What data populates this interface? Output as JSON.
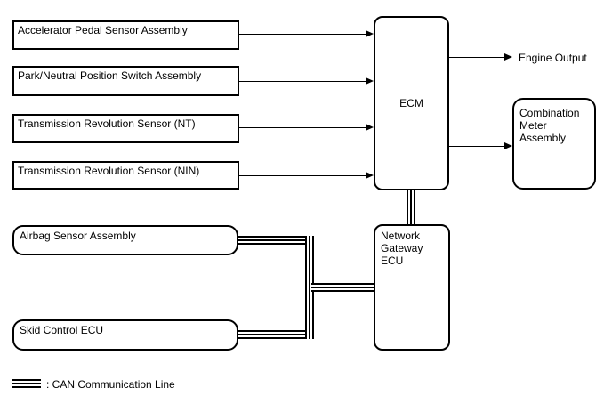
{
  "colors": {
    "background": "#ffffff",
    "line": "#000000",
    "text": "#000000"
  },
  "diagram": {
    "inputs": [
      {
        "label": "Accelerator Pedal Sensor Assembly"
      },
      {
        "label": "Park/Neutral Position Switch Assembly"
      },
      {
        "label": "Transmission Revolution Sensor (NT)"
      },
      {
        "label": "Transmission Revolution Sensor (NIN)"
      }
    ],
    "ecm": {
      "label": "ECM"
    },
    "engine_output": {
      "label": "Engine Output"
    },
    "combination_meter": {
      "line1": "Combination",
      "line2": "Meter",
      "line3": "Assembly"
    },
    "network_gateway": {
      "line1": "Network",
      "line2": "Gateway",
      "line3": "ECU"
    },
    "can_nodes": [
      {
        "label": "Airbag Sensor Assembly"
      },
      {
        "label": "Skid Control ECU"
      }
    ],
    "legend": {
      "label": ": CAN Communication Line"
    }
  }
}
